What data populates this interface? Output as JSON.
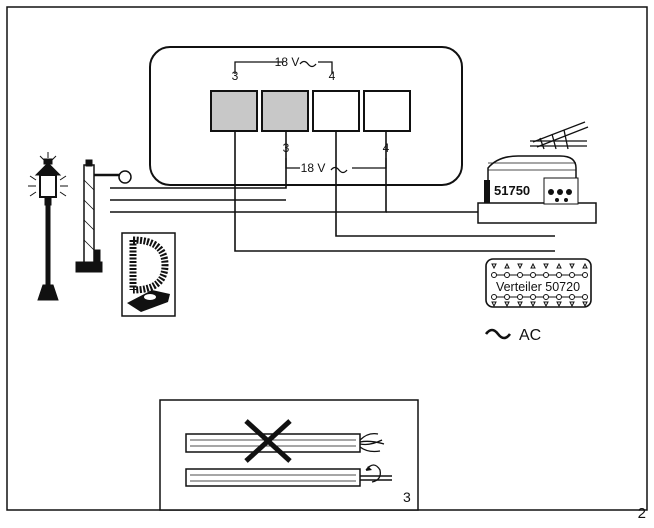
{
  "transformer": {
    "top_voltage": "18 V",
    "bottom_voltage": "18 V",
    "top_left_terminal": "3",
    "top_right_terminal": "4",
    "bottom_left_terminal": "3",
    "bottom_right_terminal": "4",
    "ac_symbol": "~"
  },
  "colors": {
    "line": "#111111",
    "filled_terminal": "#c8c8c8"
  },
  "device_51750": {
    "label": "51750"
  },
  "distributor": {
    "label": "Verteiler 50720"
  },
  "ac_legend": {
    "symbol": "~",
    "text": "AC"
  },
  "cable_inset": {
    "number": "3"
  },
  "page": {
    "number": "2"
  }
}
